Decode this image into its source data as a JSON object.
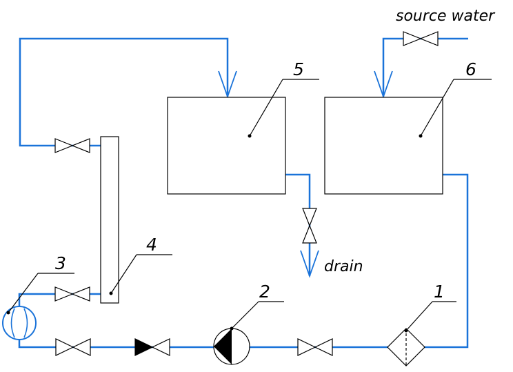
{
  "labels": {
    "source_water": "source water",
    "drain": "drain"
  },
  "components": [
    {
      "id": "1",
      "type": "filter"
    },
    {
      "id": "2",
      "type": "pump"
    },
    {
      "id": "3",
      "type": "flow meter"
    },
    {
      "id": "4",
      "type": "column"
    },
    {
      "id": "5",
      "type": "tank"
    },
    {
      "id": "6",
      "type": "tank"
    }
  ],
  "colors": {
    "pipe": "#1a73d9",
    "outline": "#000000"
  }
}
